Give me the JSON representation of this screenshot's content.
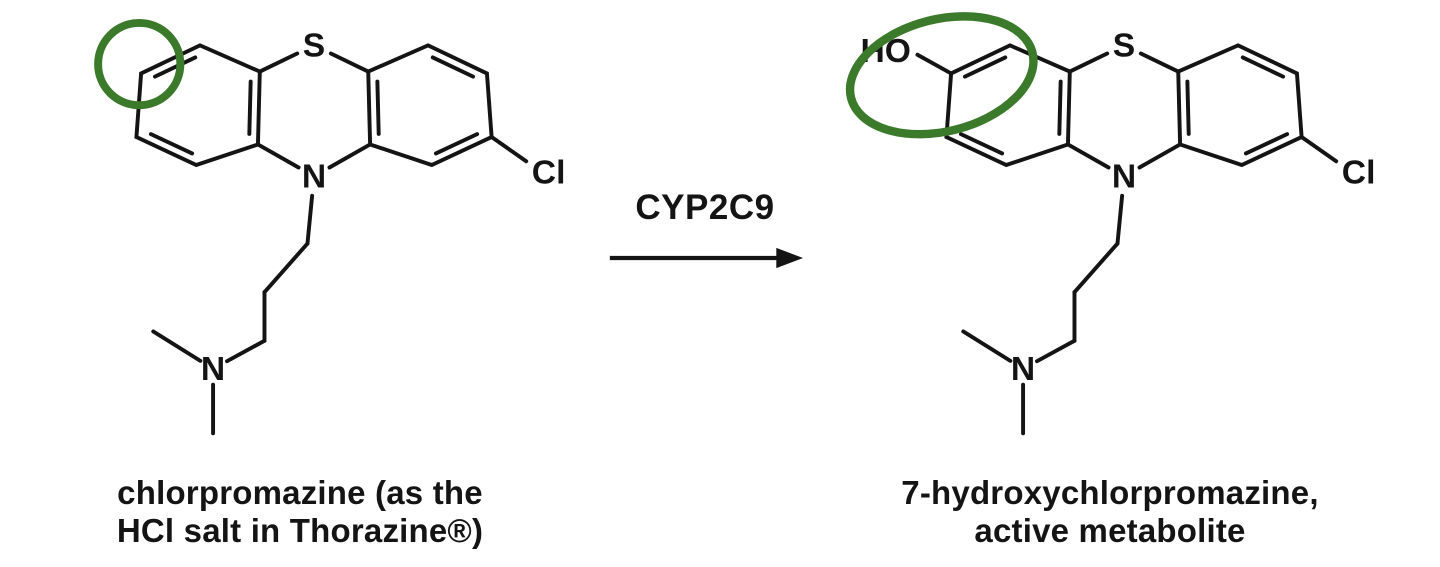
{
  "colors": {
    "background": "#ffffff",
    "structure": "#141414",
    "highlight_green": "#3b7a2a",
    "caption_text": "#141414"
  },
  "reaction": {
    "enzyme": "CYP2C9"
  },
  "substrate": {
    "caption_line1": "chlorpromazine (as the",
    "caption_line2": "HCl salt in Thorazine®)",
    "atoms": {
      "sulfur": "S",
      "ring_nitrogen": "N",
      "chlorine": "Cl",
      "amine_nitrogen": "N"
    }
  },
  "product": {
    "caption_line1": "7-hydroxychlorpromazine,",
    "caption_line2": "active metabolite",
    "atoms": {
      "sulfur": "S",
      "ring_nitrogen": "N",
      "chlorine": "Cl",
      "amine_nitrogen": "N",
      "hydroxyl": "HO"
    }
  }
}
